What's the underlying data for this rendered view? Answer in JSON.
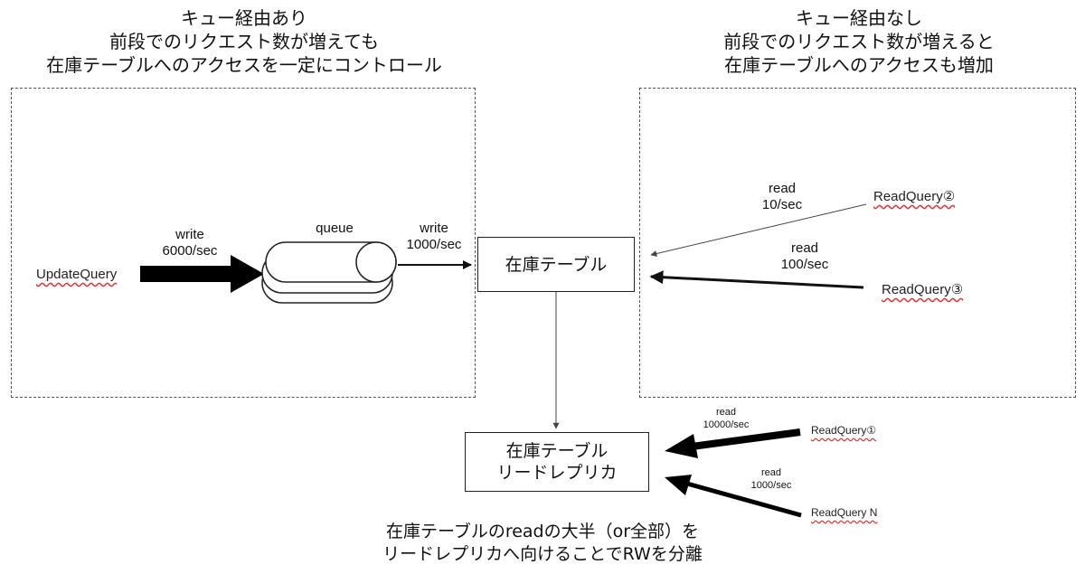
{
  "left_caption": {
    "line1": "キュー経由あり",
    "line2": "前段でのリクエスト数が増えても",
    "line3": "在庫テーブルへのアクセスを一定にコントロール"
  },
  "right_caption": {
    "line1": "キュー経由なし",
    "line2": "前段でのリクエスト数が増えると",
    "line3": "在庫テーブルへのアクセスも増加"
  },
  "update_query": "UpdateQuery",
  "write_in": {
    "label": "write",
    "rate": "6000/sec"
  },
  "queue_label": "queue",
  "write_out": {
    "label": "write",
    "rate": "1000/sec"
  },
  "stock_table": "在庫テーブル",
  "read_q2": {
    "label": "read",
    "rate": "10/sec",
    "query": "ReadQuery②"
  },
  "read_q3": {
    "label": "read",
    "rate": "100/sec",
    "query": "ReadQuery③"
  },
  "replica": {
    "line1": "在庫テーブル",
    "line2": "リードレプリカ"
  },
  "read_q1": {
    "label": "read",
    "rate": "10000/sec",
    "query": "ReadQuery①"
  },
  "read_qn": {
    "label": "read",
    "rate": "1000/sec",
    "query": "ReadQuery N"
  },
  "bottom_caption": {
    "line1": "在庫テーブルのreadの大半（or全部）を",
    "line2": "リードレプリカへ向けることでRWを分離"
  }
}
